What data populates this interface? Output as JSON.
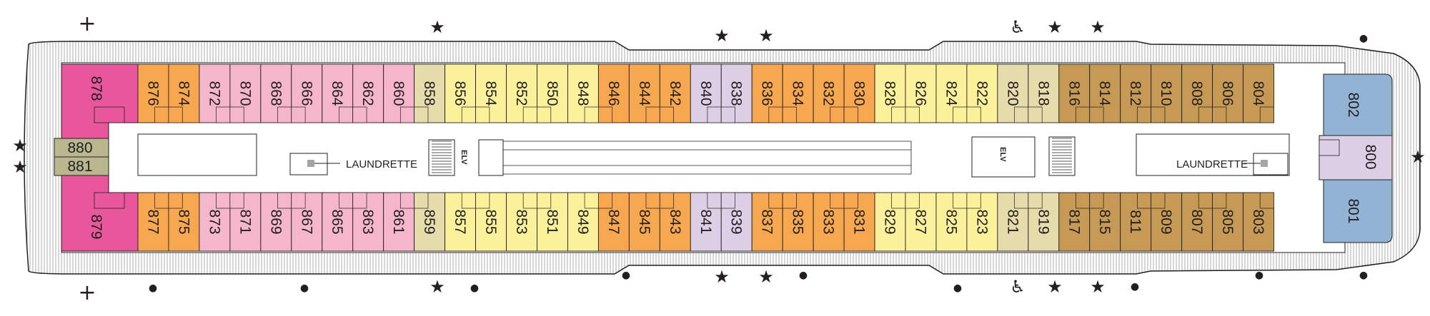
{
  "colors": {
    "pink_dark": "#e8579b",
    "pink": "#f5b6cb",
    "orange": "#f7a750",
    "yellow": "#fbf19b",
    "tan": "#e6dbaa",
    "lavender": "#ddd0e6",
    "brown": "#c69955",
    "blue": "#92b3d3",
    "olive": "#b8b78e",
    "hull": "#ffffff",
    "outline": "#231f20"
  },
  "top_row": [
    {
      "n": "876",
      "c": "orange"
    },
    {
      "n": "874",
      "c": "orange"
    },
    {
      "n": "872",
      "c": "pink"
    },
    {
      "n": "870",
      "c": "pink"
    },
    {
      "n": "868",
      "c": "pink"
    },
    {
      "n": "866",
      "c": "pink"
    },
    {
      "n": "864",
      "c": "pink"
    },
    {
      "n": "862",
      "c": "pink"
    },
    {
      "n": "860",
      "c": "pink"
    },
    {
      "n": "858",
      "c": "tan"
    },
    {
      "n": "856",
      "c": "yellow"
    },
    {
      "n": "854",
      "c": "yellow"
    },
    {
      "n": "852",
      "c": "yellow"
    },
    {
      "n": "850",
      "c": "yellow"
    },
    {
      "n": "848",
      "c": "yellow"
    },
    {
      "n": "846",
      "c": "orange"
    },
    {
      "n": "844",
      "c": "orange"
    },
    {
      "n": "842",
      "c": "orange"
    },
    {
      "n": "840",
      "c": "lavender"
    },
    {
      "n": "838",
      "c": "lavender"
    },
    {
      "n": "836",
      "c": "orange"
    },
    {
      "n": "834",
      "c": "orange"
    },
    {
      "n": "832",
      "c": "orange"
    },
    {
      "n": "830",
      "c": "orange"
    },
    {
      "n": "828",
      "c": "yellow"
    },
    {
      "n": "826",
      "c": "yellow"
    },
    {
      "n": "824",
      "c": "yellow"
    },
    {
      "n": "822",
      "c": "yellow"
    },
    {
      "n": "820",
      "c": "tan"
    },
    {
      "n": "818",
      "c": "tan"
    },
    {
      "n": "816",
      "c": "brown"
    },
    {
      "n": "814",
      "c": "brown"
    },
    {
      "n": "812",
      "c": "brown"
    },
    {
      "n": "810",
      "c": "brown"
    },
    {
      "n": "808",
      "c": "brown"
    },
    {
      "n": "806",
      "c": "brown"
    },
    {
      "n": "804",
      "c": "brown"
    }
  ],
  "bottom_row": [
    {
      "n": "877",
      "c": "orange"
    },
    {
      "n": "875",
      "c": "orange"
    },
    {
      "n": "873",
      "c": "pink"
    },
    {
      "n": "871",
      "c": "pink"
    },
    {
      "n": "869",
      "c": "pink"
    },
    {
      "n": "867",
      "c": "pink"
    },
    {
      "n": "865",
      "c": "pink"
    },
    {
      "n": "863",
      "c": "pink"
    },
    {
      "n": "861",
      "c": "pink"
    },
    {
      "n": "859",
      "c": "tan"
    },
    {
      "n": "857",
      "c": "yellow"
    },
    {
      "n": "855",
      "c": "yellow"
    },
    {
      "n": "853",
      "c": "yellow"
    },
    {
      "n": "851",
      "c": "yellow"
    },
    {
      "n": "849",
      "c": "yellow"
    },
    {
      "n": "847",
      "c": "orange"
    },
    {
      "n": "845",
      "c": "orange"
    },
    {
      "n": "843",
      "c": "orange"
    },
    {
      "n": "841",
      "c": "lavender"
    },
    {
      "n": "839",
      "c": "lavender"
    },
    {
      "n": "837",
      "c": "orange"
    },
    {
      "n": "835",
      "c": "orange"
    },
    {
      "n": "833",
      "c": "orange"
    },
    {
      "n": "831",
      "c": "orange"
    },
    {
      "n": "829",
      "c": "yellow"
    },
    {
      "n": "827",
      "c": "yellow"
    },
    {
      "n": "825",
      "c": "yellow"
    },
    {
      "n": "823",
      "c": "yellow"
    },
    {
      "n": "821",
      "c": "tan"
    },
    {
      "n": "819",
      "c": "tan"
    },
    {
      "n": "817",
      "c": "brown"
    },
    {
      "n": "815",
      "c": "brown"
    },
    {
      "n": "811",
      "c": "brown"
    },
    {
      "n": "809",
      "c": "brown"
    },
    {
      "n": "807",
      "c": "brown"
    },
    {
      "n": "805",
      "c": "brown"
    },
    {
      "n": "803",
      "c": "brown"
    }
  ],
  "aft_suites": {
    "top": "878",
    "bottom": "879",
    "side_top": "880",
    "side_bottom": "881"
  },
  "fwd_suites": {
    "top": "802",
    "middle": "800",
    "bottom": "801"
  },
  "labels": {
    "laundrette_aft": "LAUNDRETTE",
    "laundrette_fwd": "LAUNDRETTE",
    "elevator_aft": "ELV",
    "elevator_fwd": "ELV"
  },
  "legend_marks": {
    "star": "★",
    "dot": "●",
    "plus": "+",
    "accessible": "♿"
  }
}
